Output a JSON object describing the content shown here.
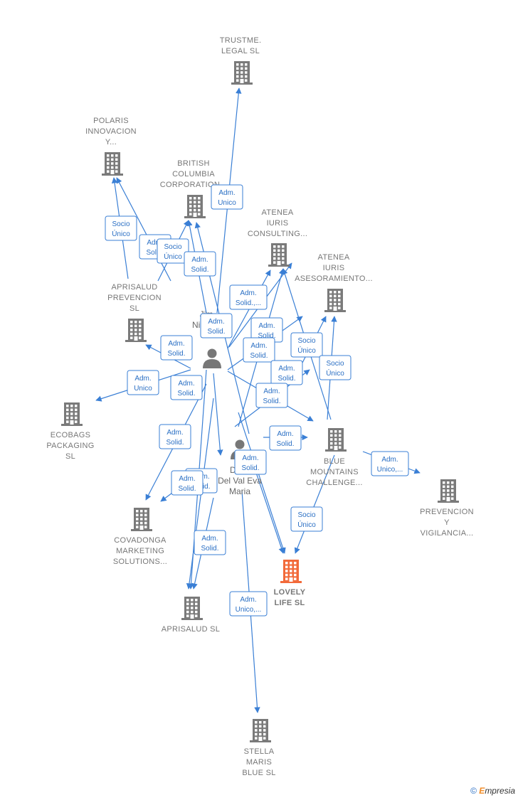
{
  "colors": {
    "edge": "#3a7fd5",
    "building": "#7a7a7a",
    "highlight": "#f26a3a",
    "person": "#777777"
  },
  "companies": [
    {
      "id": "trustme",
      "label": [
        "TRUSTME.",
        "LEGAL  SL"
      ],
      "icon": "building-icon"
    },
    {
      "id": "polaris",
      "label": [
        "POLARIS",
        "INNOVACION",
        "Y..."
      ],
      "icon": "building-icon"
    },
    {
      "id": "british",
      "label": [
        "BRITISH",
        "COLUMBIA",
        "CORPORATION..."
      ],
      "icon": "building-icon"
    },
    {
      "id": "atenea_c",
      "label": [
        "ATENEA",
        "IURIS",
        "CONSULTING..."
      ],
      "icon": "building-icon"
    },
    {
      "id": "atenea_a",
      "label": [
        "ATENEA",
        "IURIS",
        "ASESORAMIENTO..."
      ],
      "icon": "building-icon"
    },
    {
      "id": "aprisalud_p",
      "label": [
        "APRISALUD",
        "PREVENCION",
        "SL"
      ],
      "icon": "building-icon"
    },
    {
      "id": "ecobags",
      "label": [
        "ECOBAGS",
        "PACKAGING",
        "SL"
      ],
      "icon": "building-icon"
    },
    {
      "id": "blue",
      "label": [
        "BLUE",
        "MOUNTAINS",
        "CHALLENGE..."
      ],
      "icon": "building-icon"
    },
    {
      "id": "prevencion",
      "label": [
        "PREVENCION",
        "Y",
        "VIGILANCIA..."
      ],
      "icon": "building-icon"
    },
    {
      "id": "covadonga",
      "label": [
        "COVADONGA",
        "MARKETING",
        "SOLUTIONS..."
      ],
      "icon": "building-icon"
    },
    {
      "id": "lovely",
      "label": [
        "LOVELY",
        "LIFE  SL"
      ],
      "icon": "building-icon",
      "main": true
    },
    {
      "id": "aprisalud",
      "label": [
        "APRISALUD SL"
      ],
      "icon": "building-icon"
    },
    {
      "id": "stella",
      "label": [
        "STELLA",
        "MARIS",
        "BLUE  SL"
      ],
      "icon": "building-icon"
    }
  ],
  "persons": [
    {
      "id": "jim",
      "label": [
        "Jim...",
        "Nicolau..."
      ],
      "icon": "person-icon"
    },
    {
      "id": "eva",
      "label": [
        "Del...",
        "Del Val Eva",
        "Maria"
      ],
      "icon": "person-icon"
    }
  ],
  "relations": [
    {
      "id": "r1",
      "text": [
        "Adm.",
        "Unico"
      ]
    },
    {
      "id": "r2",
      "text": [
        "Socio",
        "Único"
      ]
    },
    {
      "id": "r3",
      "text": [
        "Adm.",
        "Solid."
      ]
    },
    {
      "id": "r4",
      "text": [
        "Socio",
        "Único"
      ]
    },
    {
      "id": "r5",
      "text": [
        "Adm.",
        "Solid."
      ]
    },
    {
      "id": "r6",
      "text": [
        "Adm.",
        "Solid.,..."
      ]
    },
    {
      "id": "r7",
      "text": [
        "Adm.",
        "Solid."
      ]
    },
    {
      "id": "r8",
      "text": [
        "Adm.",
        "Solid."
      ]
    },
    {
      "id": "r9",
      "text": [
        "Adm.",
        "Solid."
      ]
    },
    {
      "id": "r10",
      "text": [
        "Socio",
        "Único"
      ]
    },
    {
      "id": "r11",
      "text": [
        "Socio",
        "Único"
      ]
    },
    {
      "id": "r12",
      "text": [
        "Adm.",
        "Solid."
      ]
    },
    {
      "id": "r13",
      "text": [
        "Adm.",
        "Solid."
      ]
    },
    {
      "id": "r14",
      "text": [
        "Adm.",
        "Unico"
      ]
    },
    {
      "id": "r15",
      "text": [
        "Adm.",
        "Solid."
      ]
    },
    {
      "id": "r16",
      "text": [
        "Adm.",
        "Solid."
      ]
    },
    {
      "id": "r17",
      "text": [
        "Adm.",
        "Solid."
      ]
    },
    {
      "id": "r18",
      "text": [
        "Adm.",
        "Solid."
      ]
    },
    {
      "id": "r19",
      "text": [
        "Adm.",
        "Unico,..."
      ]
    },
    {
      "id": "r20",
      "text": [
        "Adm.",
        "Solid."
      ]
    },
    {
      "id": "r21",
      "text": [
        "Adm.",
        "Solid."
      ]
    },
    {
      "id": "r22",
      "text": [
        "Socio",
        "Único"
      ]
    },
    {
      "id": "r23",
      "text": [
        "Adm.",
        "Solid."
      ]
    },
    {
      "id": "r24",
      "text": [
        "Adm.",
        "Unico,..."
      ]
    },
    {
      "id": "r25",
      "text": [
        "Adm.",
        "Solid."
      ]
    }
  ],
  "copyright": {
    "symbol": "©",
    "brand_e": "E",
    "brand_rest": "mpresia"
  }
}
